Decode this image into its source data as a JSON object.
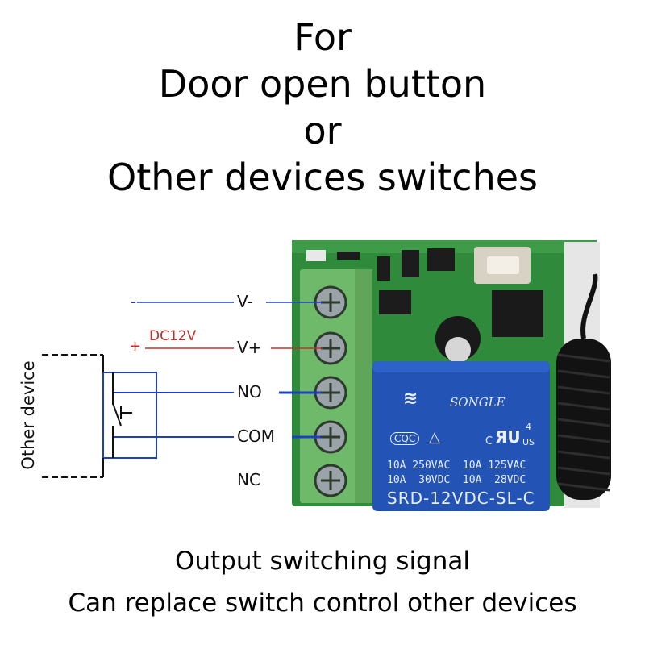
{
  "heading": {
    "line1": "For",
    "line2": "Door open button",
    "line3": "or",
    "line4": "Other devices switches"
  },
  "wiring": {
    "minus_sign": "-",
    "plus_sign": "+",
    "supply_label": "DC12V",
    "side_label": "Other device",
    "terminals": [
      "V-",
      "V+",
      "NO",
      "COM",
      "NC"
    ]
  },
  "relay": {
    "brand": "SONGLE",
    "rating_line1": "10A 250VAC  10A 125VAC",
    "rating_line2": "10A  30VDC  10A  28VDC",
    "model": "SRD-12VDC-SL-C",
    "cert_left": "CQC",
    "cert_right": "US",
    "cert_c": "C",
    "cert_num": "4"
  },
  "footer": {
    "line1": "Output switching signal",
    "line2": "Can replace switch control other devices"
  },
  "colors": {
    "pcb": "#2f8a3c",
    "terminal_block": "#6fb96a",
    "relay": "#2253b5",
    "wire_blue": "#1d3fc8",
    "wire_red": "#c0312b"
  }
}
